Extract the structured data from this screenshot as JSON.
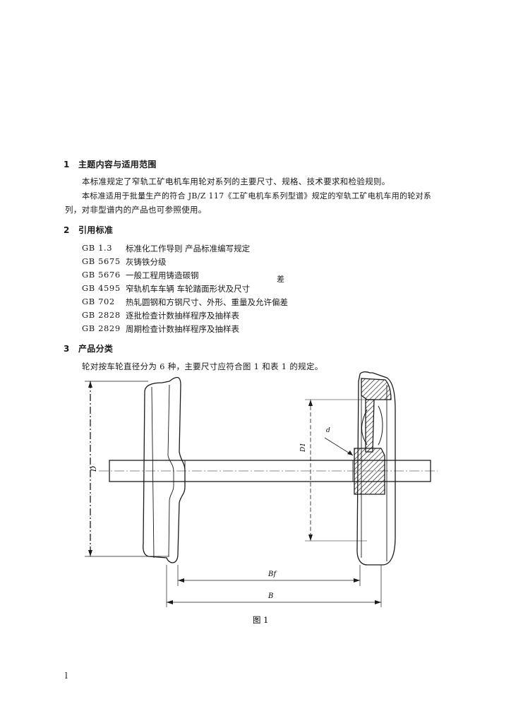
{
  "section1": {
    "number": "1",
    "heading": "主题内容与适用范围",
    "para1": "本标准规定了窄轨工矿电机车用轮对系列的主要尺寸、规格、技术要求和检验规则。",
    "para2_line1": "本标准适用于批量生产的符合 JB/Z 117《工矿电机车系列型谱》规定的窄轨工矿电机车用的轮对系",
    "para2_line2": "列，对非型谱内的产品也可参照使用。"
  },
  "section2": {
    "number": "2",
    "heading": "引用标准",
    "refs": [
      {
        "code": "GB 1.3",
        "title": "标准化工作导则   产品标准编写规定"
      },
      {
        "code": "GB 5675",
        "title": "灰铸铁分级"
      },
      {
        "code": "GB 5676",
        "title": "一般工程用铸造碳钢"
      },
      {
        "code": "GB 4595",
        "title": "窄轨机车车辆   车轮踏面形状及尺寸"
      },
      {
        "code": "GB 702",
        "title": "热轧圆钢和方钢尺寸、外形、重量及允许偏差"
      },
      {
        "code": "GB 2828",
        "title": "逐批检查计数抽样程序及抽样表"
      },
      {
        "code": "GB 2829",
        "title": "周期检查计数抽样程序及抽样表"
      }
    ],
    "stray_mark": "差"
  },
  "section3": {
    "number": "3",
    "heading": "产品分类",
    "para": "轮对按车轮直径分为 6 种，主要尺寸应符合图 1 和表 1 的规定。"
  },
  "figure": {
    "label_D": "D",
    "label_D1": "D1",
    "label_d": "d",
    "label_Bf": "Bf",
    "label_B": "B",
    "caption": "图    1"
  },
  "footer_mark": "l"
}
